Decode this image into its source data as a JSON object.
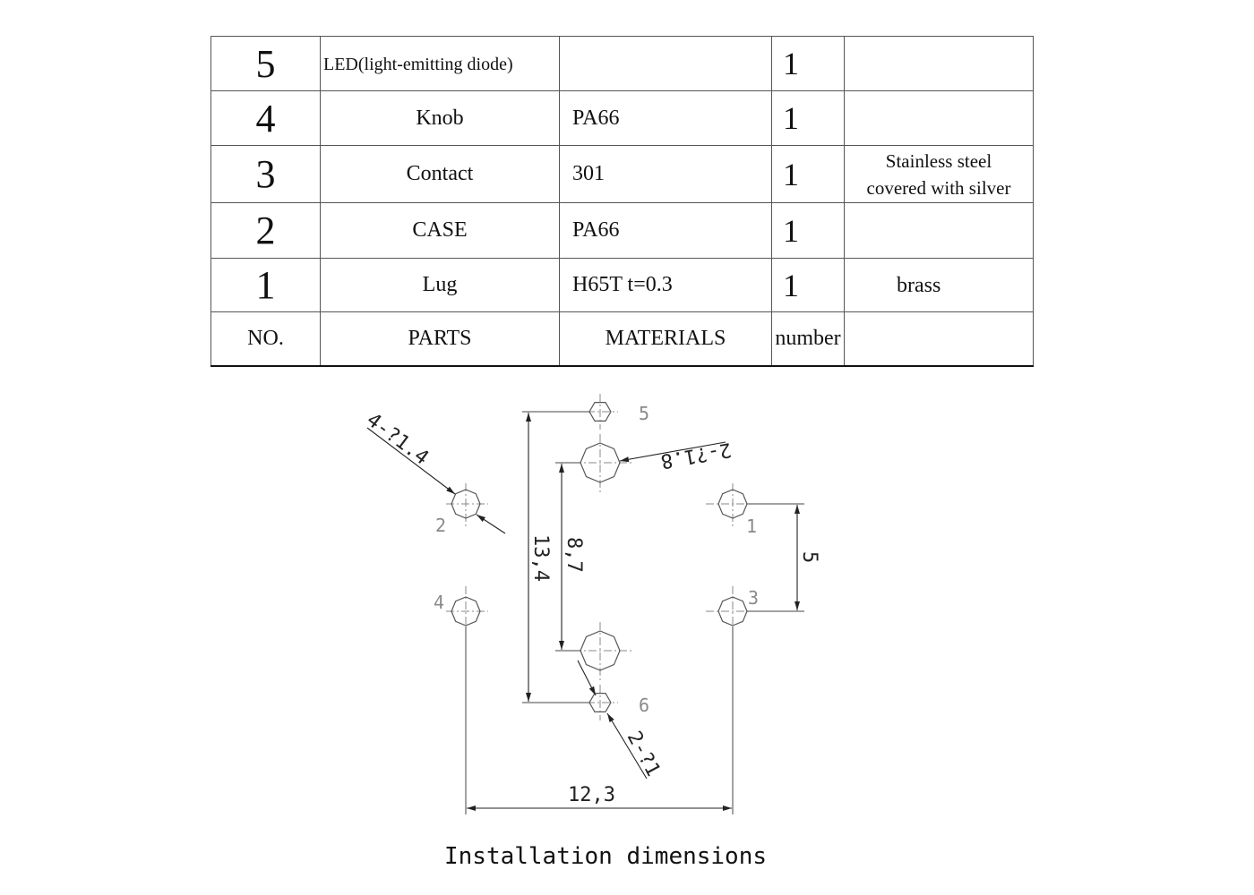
{
  "parts_table": {
    "rows": [
      {
        "no": "5",
        "part": "LED(light-emitting diode)",
        "material": "",
        "number": "1",
        "note": ""
      },
      {
        "no": "4",
        "part": "Knob",
        "material": "PA66",
        "number": "1",
        "note": ""
      },
      {
        "no": "3",
        "part": "Contact",
        "material": "301",
        "number": "1",
        "note_line1": "Stainless steel",
        "note_line2": "covered with silver"
      },
      {
        "no": "2",
        "part": "CASE",
        "material": "PA66",
        "number": "1",
        "note": ""
      },
      {
        "no": "1",
        "part": "Lug",
        "material": "H65T t=0.3",
        "number": "1",
        "note": "brass"
      }
    ],
    "header": {
      "no": "NO.",
      "part": "PARTS",
      "material": "MATERIALS",
      "number": "number",
      "note": ""
    }
  },
  "drawing": {
    "hole_labels": {
      "h1": "1",
      "h2": "2",
      "h3": "3",
      "h4": "4",
      "h5": "5",
      "h6": "6"
    },
    "dimensions": {
      "d_4x14": "4-?1.4",
      "d_2x18": "2-?1.8",
      "d_2x1": "2-?1",
      "d_134": "13,4",
      "d_87": "8,7",
      "d_5": "5",
      "d_123": "12,3"
    },
    "caption": "Installation dimensions"
  }
}
